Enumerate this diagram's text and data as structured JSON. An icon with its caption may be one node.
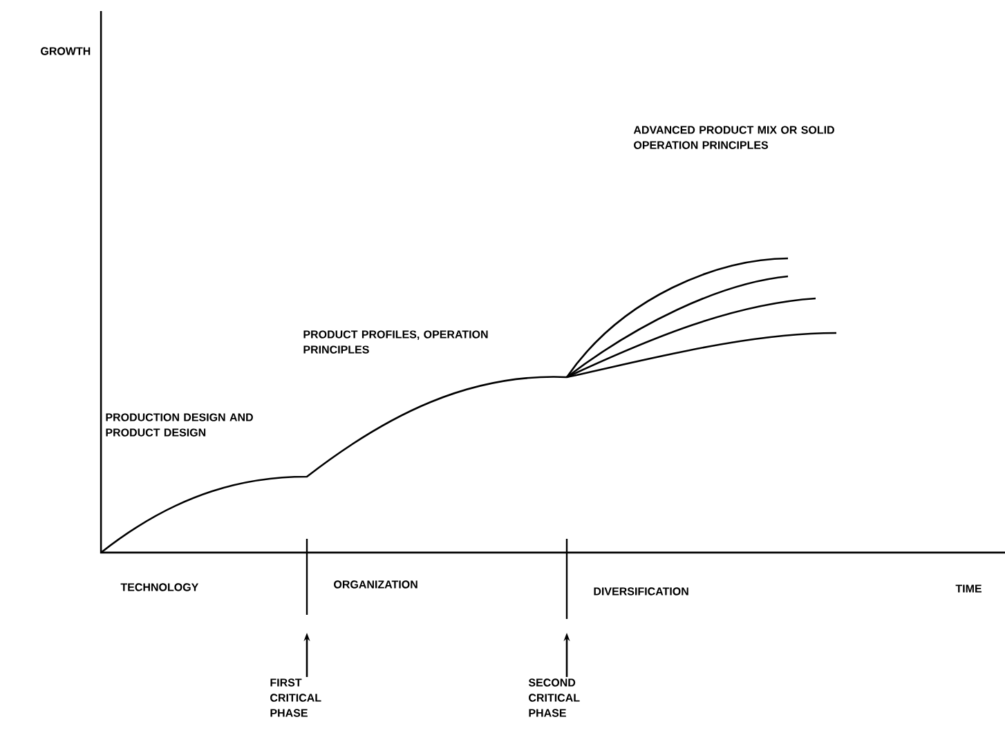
{
  "diagram": {
    "nodes": [
      {
        "text": [
          "FIRST CRITICAL PHASE"
        ]
      },
      {
        "text": [
          "SECOND CRITICAL PHASE"
        ]
      }
    ],
    "edges": [
      {
        "from": 0,
        "to": null,
        "arrow": "to"
      },
      {
        "from": 1,
        "to": null,
        "arrow": "to"
      }
    ],
    "labels": [
      "GROWTH",
      "ADVANCED PRODUCT MIX OR SOLID OPERATION PRINCIPLES",
      "PRODUCT PROFILES, OPERATION PRINCIPLES",
      "PRODUCTION DESIGN AND PRODUCT DESIGN",
      "TECHNOLOGY",
      "ORGANIZATION",
      "DIVERSIFICATION",
      "TIME"
    ]
  }
}
